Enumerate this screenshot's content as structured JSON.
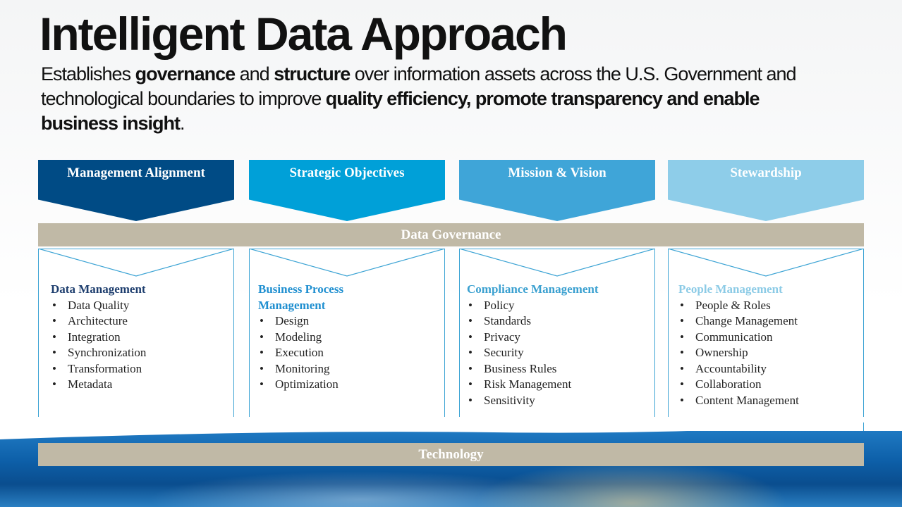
{
  "title": "Intelligent Data Approach",
  "subtitle": {
    "p1": "Establishes ",
    "b1": "governance",
    "p2": " and ",
    "b2": "structure",
    "p3": " over information assets across the U.S. Government and technological boundaries to improve ",
    "b3": "quality efficiency, promote transparency and enable business insight",
    "p4": "."
  },
  "pillars": [
    {
      "label": "Management Alignment",
      "color": "#004b85"
    },
    {
      "label": "Strategic Objectives",
      "color": "#00a0d8"
    },
    {
      "label": "Mission & Vision",
      "color": "#3fa5d8"
    },
    {
      "label": "Stewardship",
      "color": "#8ecde9"
    }
  ],
  "governance_bar": "Data Governance",
  "technology_bar": "Technology",
  "cards": [
    {
      "heading": "Data Management",
      "heading_color": "#1f3f6f",
      "items": [
        "Data Quality",
        "Architecture",
        "Integration",
        "Synchronization",
        "Transformation",
        "Metadata"
      ]
    },
    {
      "heading": "Business Process Management",
      "heading_color": "#1f8fd0",
      "items": [
        "Design",
        "Modeling",
        "Execution",
        "Monitoring",
        "Optimization"
      ]
    },
    {
      "heading": "Compliance Management",
      "heading_color": "#3aa0d0",
      "items": [
        "Policy",
        "Standards",
        "Privacy",
        "Security",
        "Business Rules",
        "Risk Management",
        "Sensitivity"
      ]
    },
    {
      "heading": "People Management",
      "heading_color": "#8ccbe6",
      "items": [
        "People & Roles",
        "Change Management",
        "Communication",
        "Ownership",
        "Accountability",
        "Collaboration",
        "Content Management"
      ]
    }
  ]
}
